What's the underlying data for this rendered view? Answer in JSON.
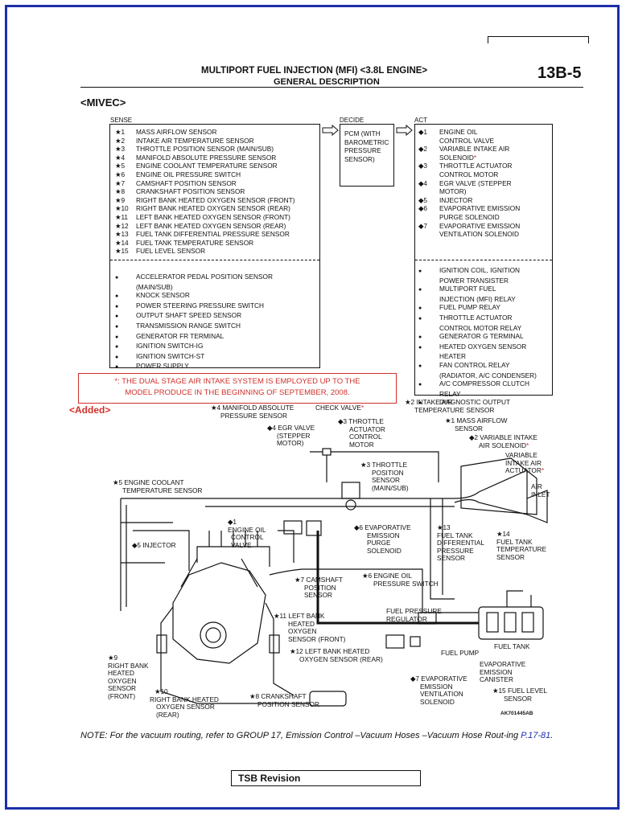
{
  "header": {
    "title": "MULTIPORT FUEL INJECTION (MFI) <3.8L ENGINE>",
    "subtitle": "GENERAL DESCRIPTION",
    "page": "13B-5"
  },
  "section_title": "<MIVEC>",
  "columns": {
    "sense": "SENSE",
    "decide": "DECIDE",
    "act": "ACT"
  },
  "sense_numbered": [
    {
      "mark": "★1",
      "text": "MASS AIRFLOW SENSOR"
    },
    {
      "mark": "★2",
      "text": "INTAKE AIR TEMPERATURE SENSOR"
    },
    {
      "mark": "★3",
      "text": "THROTTLE POSITION SENSOR (MAIN/SUB)"
    },
    {
      "mark": "★4",
      "text": "MANIFOLD ABSOLUTE PRESSURE SENSOR"
    },
    {
      "mark": "★5",
      "text": "ENGINE COOLANT TEMPERATURE SENSOR"
    },
    {
      "mark": "★6",
      "text": "ENGINE OIL PRESSURE SWITCH"
    },
    {
      "mark": "★7",
      "text": "CAMSHAFT POSITION SENSOR"
    },
    {
      "mark": "★8",
      "text": "CRANKSHAFT POSITION SENSOR"
    },
    {
      "mark": "★9",
      "text": "RIGHT BANK HEATED OXYGEN SENSOR (FRONT)"
    },
    {
      "mark": "★10",
      "text": "RIGHT BANK HEATED OXYGEN SENSOR (REAR)"
    },
    {
      "mark": "★11",
      "text": "LEFT BANK HEATED OXYGEN SENSOR (FRONT)"
    },
    {
      "mark": "★12",
      "text": "LEFT BANK HEATED OXYGEN SENSOR (REAR)"
    },
    {
      "mark": "★13",
      "text": "FUEL TANK DIFFERENTIAL PRESSURE SENSOR"
    },
    {
      "mark": "★14",
      "text": "FUEL TANK TEMPERATURE SENSOR"
    },
    {
      "mark": "★15",
      "text": "FUEL LEVEL SENSOR"
    }
  ],
  "sense_other": [
    "ACCELERATOR PEDAL POSITION SENSOR",
    "(MAIN/SUB)",
    "KNOCK SENSOR",
    "POWER STEERING PRESSURE SWITCH",
    "OUTPUT SHAFT SPEED SENSOR",
    "TRANSMISSION RANGE SWITCH",
    "GENERATOR FR TERMINAL",
    "IGNITION SWITCH-IG",
    "IGNITION SWITCH-ST",
    "POWER SUPPLY"
  ],
  "decide_lines": [
    "PCM (WITH",
    "BAROMETRIC",
    "PRESSURE",
    "SENSOR)"
  ],
  "act_numbered": [
    {
      "mark": "◆1",
      "text": "ENGINE OIL",
      "sub": false
    },
    {
      "mark": "",
      "text": "CONTROL VALVE",
      "sub": true
    },
    {
      "mark": "◆2",
      "text": "VARIABLE INTAKE AIR",
      "sub": false
    },
    {
      "mark": "",
      "text": "SOLENOID",
      "sub": true,
      "red_star": "*"
    },
    {
      "mark": "◆3",
      "text": "THROTTLE ACTUATOR",
      "sub": false
    },
    {
      "mark": "",
      "text": "CONTROL MOTOR",
      "sub": true
    },
    {
      "mark": "◆4",
      "text": "EGR VALVE (STEPPER",
      "sub": false
    },
    {
      "mark": "",
      "text": "MOTOR)",
      "sub": true
    },
    {
      "mark": "◆5",
      "text": "INJECTOR",
      "sub": false
    },
    {
      "mark": "◆6",
      "text": "EVAPORATIVE EMISSION",
      "sub": false
    },
    {
      "mark": "",
      "text": "PURGE SOLENOID",
      "sub": true
    },
    {
      "mark": "◆7",
      "text": "EVAPORATIVE EMISSION",
      "sub": false
    },
    {
      "mark": "",
      "text": "VENTILATION SOLENOID",
      "sub": true
    }
  ],
  "act_other": [
    {
      "b": true,
      "text": "IGNITION COIL, IGNITION"
    },
    {
      "b": false,
      "text": "POWER TRANSISTER"
    },
    {
      "b": true,
      "text": "MULTIPORT FUEL"
    },
    {
      "b": false,
      "text": "INJECTION (MFI) RELAY"
    },
    {
      "b": true,
      "text": "FUEL PUMP RELAY"
    },
    {
      "b": true,
      "text": "THROTTLE ACTUATOR"
    },
    {
      "b": false,
      "text": "CONTROL MOTOR RELAY"
    },
    {
      "b": true,
      "text": "GENERATOR G TERMINAL"
    },
    {
      "b": true,
      "text": "HEATED OXYGEN SENSOR"
    },
    {
      "b": false,
      "text": "HEATER"
    },
    {
      "b": true,
      "text": "FAN CONTROL RELAY"
    },
    {
      "b": false,
      "text": "(RADIATOR, A/C CONDENSER)"
    },
    {
      "b": true,
      "text": "A/C COMPRESSOR CLUTCH"
    },
    {
      "b": false,
      "text": "RELAY"
    },
    {
      "b": true,
      "text": "DIAGNOSTIC OUTPUT"
    }
  ],
  "bullet_glyph": "●",
  "note_box": {
    "line1": "*: THE DUAL STAGE AIR INTAKE SYSTEM IS EMPLOYED UP TO THE",
    "line2": "MODEL PRODUCE IN THE BEGINNING OF SEPTEMBER, 2008."
  },
  "added_label": "<Added>",
  "diagram_labels": {
    "map": [
      "★4 MANIFOLD ABSOLUTE",
      "PRESSURE SENSOR"
    ],
    "check_valve": "CHECK VALVE",
    "egr": [
      "◆4 EGR VALVE",
      "(STEPPER",
      "MOTOR)"
    ],
    "thr_act": [
      "◆3 THROTTLE",
      "ACTUATOR",
      "CONTROL",
      "MOTOR"
    ],
    "iat": [
      "★2 INTAKE AIR",
      "TEMPERATURE SENSOR"
    ],
    "maf": [
      "★1 MASS AIRFLOW",
      "SENSOR"
    ],
    "via_sol": [
      "◆2 VARIABLE  INTAKE",
      "AIR SOLENOID"
    ],
    "via_act": [
      "VARIABLE",
      "INTAKE AIR",
      "ACTUATOR"
    ],
    "air_inlet": [
      "AIR",
      "INLET"
    ],
    "ect": [
      "★5 ENGINE COOLANT",
      "TEMPERATURE SENSOR"
    ],
    "tps": [
      "★3 THROTTLE",
      "POSITION",
      "SENSOR",
      "(MAIN/SUB)"
    ],
    "oil_cv": [
      "◆1",
      "ENGINE OIL",
      "CONTROL",
      "VALVE"
    ],
    "purge": [
      "◆6 EVAPORATIVE",
      "EMISSION",
      "PURGE",
      "SOLENOID"
    ],
    "injector": "◆5 INJECTOR",
    "ftdp": [
      "★13",
      "FUEL TANK",
      "DIFFERENTIAL",
      "PRESSURE",
      "SENSOR"
    ],
    "ftt": [
      "★14",
      "FUEL TANK",
      "TEMPERATURE",
      "SENSOR"
    ],
    "cmp": [
      "★7  CAMSHAFT",
      "POSITION",
      "SENSOR"
    ],
    "oil_ps": "★6 ENGINE OIL",
    "oil_ps2": "PRESSURE SWITCH",
    "fpr": [
      "FUEL PRESSURE",
      "REGULATOR"
    ],
    "lb_front": [
      "★11 LEFT BANK",
      "HEATED",
      "OXYGEN",
      "SENSOR (FRONT)"
    ],
    "lb_rear": [
      "★12 LEFT BANK HEATED",
      "OXYGEN SENSOR (REAR)"
    ],
    "fuel_pump": "FUEL PUMP",
    "fuel_tank": "FUEL TANK",
    "canister": [
      "EVAPORATIVE",
      "EMISSION",
      "CANISTER"
    ],
    "rb_front": [
      "★9",
      "RIGHT BANK",
      "HEATED",
      "OXYGEN",
      "SENSOR",
      "(FRONT)"
    ],
    "rb_rear": [
      "★10",
      "RIGHT BANK HEATED",
      "OXYGEN  SENSOR",
      "(REAR)"
    ],
    "ckp": [
      "★8 CRANKSHAFT",
      "POSITION SENSOR"
    ],
    "vent": [
      "◆7  EVAPORATIVE",
      "EMISSION",
      "VENTILATION",
      "SOLENOID"
    ],
    "fls": [
      "★15 FUEL LEVEL",
      "SENSOR"
    ],
    "fig_code": "AK701445AB"
  },
  "note": {
    "text": "NOTE: For the vacuum routing, refer to GROUP 17, Emission Control –Vacuum Hoses –Vacuum Hose Rout-ing ",
    "link": "P.17-81",
    "end": "."
  },
  "tsb": "TSB Revision",
  "colors": {
    "border": "#1c2fa8",
    "accent_red": "#d0302a",
    "link": "#1c2fa8"
  }
}
